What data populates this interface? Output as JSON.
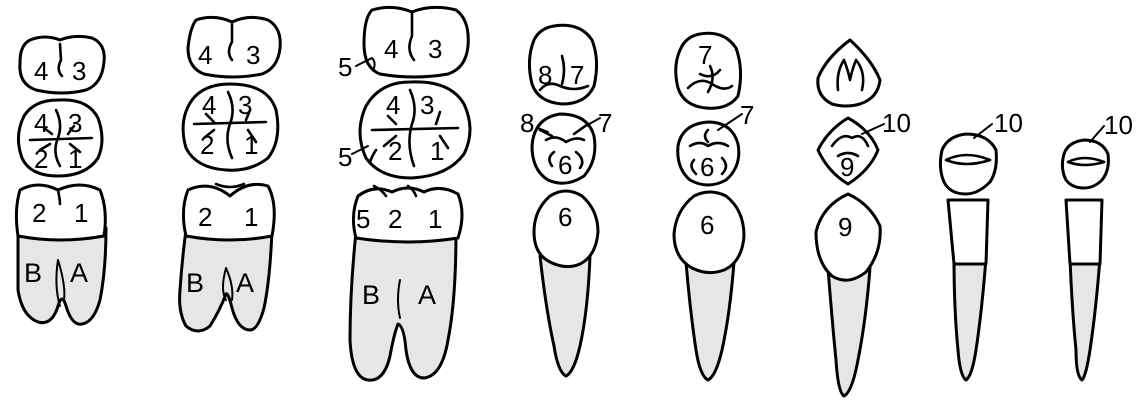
{
  "diagram": {
    "tooth1": {
      "top": [
        "4",
        "3"
      ],
      "mid": [
        "4",
        "3",
        "2",
        "1"
      ],
      "crown": [
        "2",
        "1"
      ],
      "roots": [
        "B",
        "A"
      ]
    },
    "tooth2": {
      "top": [
        "4",
        "3"
      ],
      "mid": [
        "4",
        "3",
        "2",
        "1"
      ],
      "crown": [
        "2",
        "1"
      ],
      "roots": [
        "B",
        "A"
      ]
    },
    "tooth3": {
      "top": [
        "5",
        "4",
        "3"
      ],
      "mid": [
        "5",
        "4",
        "3",
        "2",
        "1"
      ],
      "crown": [
        "5",
        "2",
        "1"
      ],
      "roots": [
        "B",
        "A"
      ]
    },
    "tooth4": {
      "top": [
        "8",
        "7"
      ],
      "mid": [
        "8",
        "7",
        "6"
      ],
      "crown": [
        "6"
      ]
    },
    "tooth5": {
      "top": [
        "7"
      ],
      "mid": [
        "7",
        "6"
      ],
      "crown": [
        "6"
      ]
    },
    "tooth6": {
      "mid": [
        "10",
        "9"
      ],
      "crown": [
        "9"
      ]
    },
    "tooth7": {
      "mid": [
        "10"
      ]
    },
    "tooth8": {
      "mid": [
        "10"
      ]
    }
  }
}
